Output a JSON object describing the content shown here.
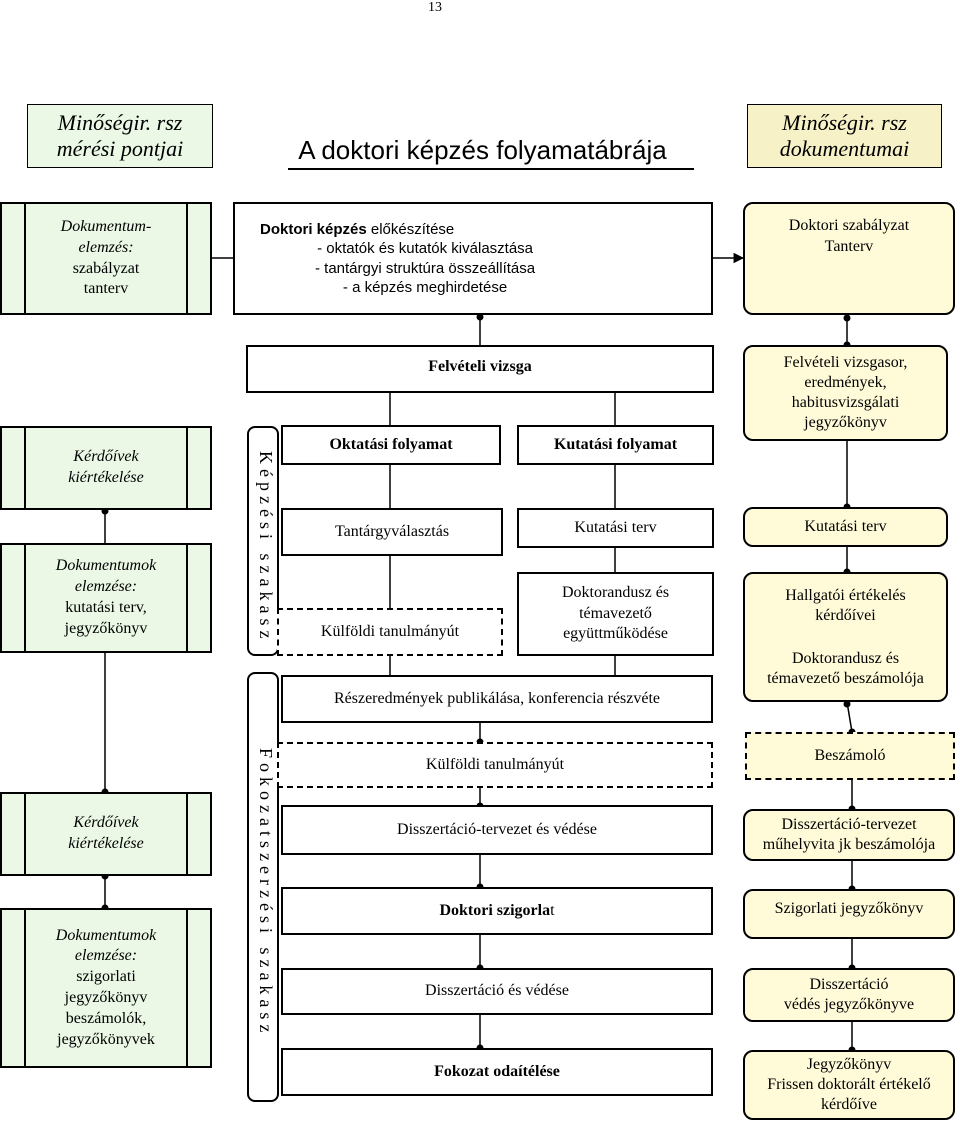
{
  "page_number": "13",
  "header": {
    "title": "A doktori képzés folyamatábrája",
    "left": [
      "Minőségir. rsz",
      "mérési pontjai"
    ],
    "right": [
      "Minőségir. rsz",
      "dokumentumai"
    ]
  },
  "top": {
    "left_doc": [
      "Dokumentum-",
      "elemzés:",
      "szabályzat",
      "tanterv"
    ],
    "prep_title": "Doktori képzés",
    "prep_title_rest": " előkészítése",
    "prep_items": [
      "- oktatók és kutatók kiválasztása",
      "- tantárgyi struktúra összeállítása",
      "- a képzés meghirdetése"
    ],
    "right_doc": [
      "Doktori szabályzat",
      "Tanterv"
    ]
  },
  "left_column": {
    "q1": [
      "Kérdőívek",
      "kiértékelése"
    ],
    "d1": [
      "Dokumentumok",
      "elemzése:",
      "kutatási terv,",
      "jegyzőkönyv"
    ],
    "q2": [
      "Kérdőívek",
      "kiértékelése"
    ],
    "d2": [
      "Dokumentumok",
      "elemzése:",
      "szigorlati",
      "jegyzőkönyv",
      "beszámolók,",
      "jegyzőkönyvek"
    ]
  },
  "phases": {
    "training": "Képzési szakasz",
    "degree": "Fokozatszerzési szakasz"
  },
  "center": {
    "entrance": "Felvételi vizsga",
    "teaching": "Oktatási folyamat",
    "research": "Kutatási folyamat",
    "course_select": "Tantárgyválasztás",
    "research_plan": "Kutatási terv",
    "abroad1": "Külföldi tanulmányút",
    "cooperation": [
      "Doktorandusz és",
      "témavezető",
      "együttműködése"
    ],
    "publications": "Részeredmények publikálása, konferencia részvéte",
    "abroad2": "Külföldi tanulmányút",
    "thesis_draft": "Disszertáció-tervezet és védése",
    "exam_a": "Doktori szigorla",
    "exam_b": "t",
    "thesis": "Disszertáció és védése",
    "award": "Fokozat odaítélése"
  },
  "right_column": {
    "r1": [
      "Felvételi vizsgasor,",
      "eredmények,",
      "habitusvizsgálati",
      "jegyzőkönyv"
    ],
    "r2": "Kutatási terv",
    "r3a": [
      "Hallgatói értékelés",
      "kérdőívei"
    ],
    "r3b": [
      "Doktorandusz és",
      "témavezető beszámolója"
    ],
    "r4": "Beszámoló",
    "r5": [
      "Disszertáció-tervezet",
      "műhelyvita jk beszámolója"
    ],
    "r6": "Szigorlati jegyzőkönyv",
    "r7": [
      "Disszertáció",
      "védés jegyzőkönyve"
    ],
    "r8": [
      "Jegyzőkönyv",
      "Frissen doktorált értékelő",
      "kérdőíve"
    ]
  }
}
